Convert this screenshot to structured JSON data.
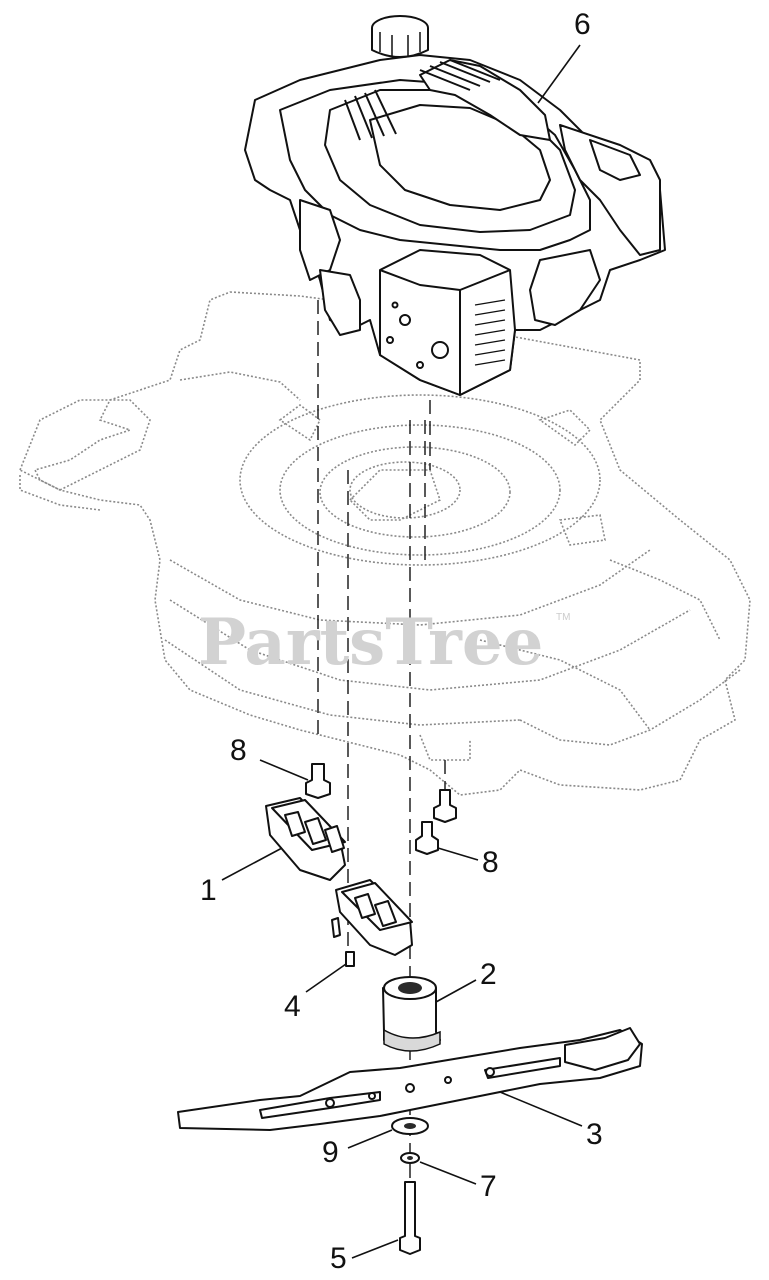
{
  "watermark": {
    "text": "PartsTree",
    "tm": "TM"
  },
  "callouts": [
    {
      "id": "callout-6",
      "number": "6",
      "part": "engine"
    },
    {
      "id": "callout-8-upper",
      "number": "8",
      "part": "bolt"
    },
    {
      "id": "callout-8-lower",
      "number": "8",
      "part": "bolt"
    },
    {
      "id": "callout-1",
      "number": "1",
      "part": "blade-adapter-bracket"
    },
    {
      "id": "callout-2",
      "number": "2",
      "part": "blade-adapter-hub"
    },
    {
      "id": "callout-4",
      "number": "4",
      "part": "screw"
    },
    {
      "id": "callout-3",
      "number": "3",
      "part": "blade"
    },
    {
      "id": "callout-9",
      "number": "9",
      "part": "washer"
    },
    {
      "id": "callout-7",
      "number": "7",
      "part": "lock-washer"
    },
    {
      "id": "callout-5",
      "number": "5",
      "part": "blade-bolt"
    }
  ]
}
